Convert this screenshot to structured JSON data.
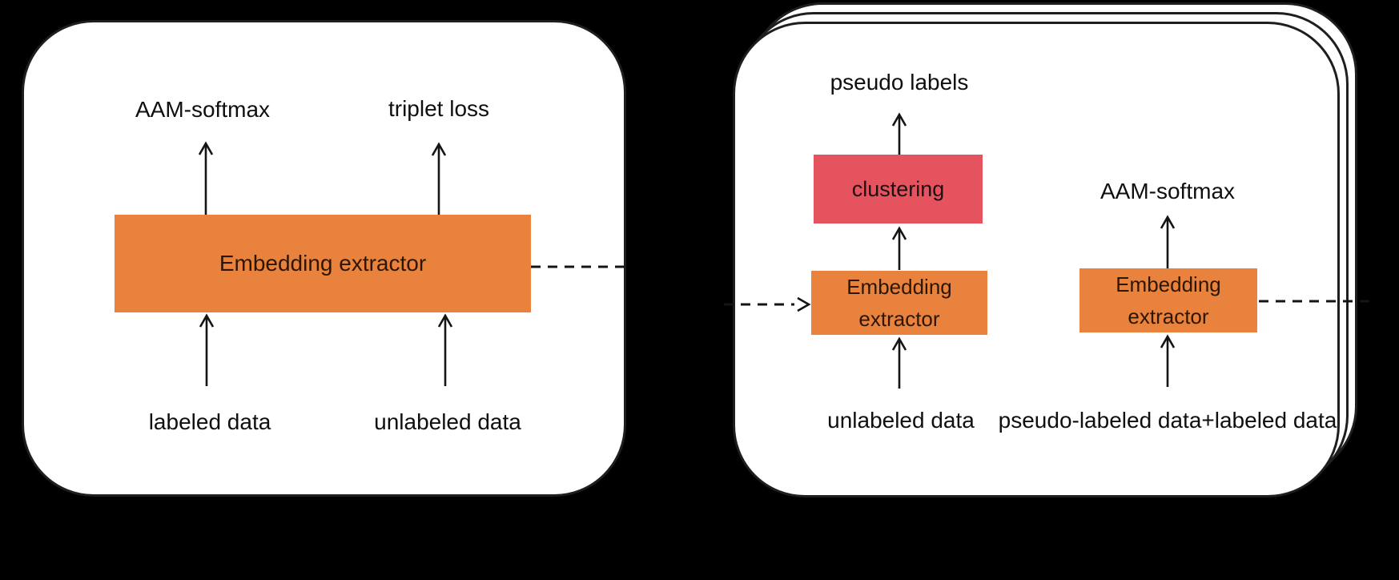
{
  "figure": {
    "description_left_stage": "supervised training panel",
    "description_right_stage": "iterative pseudo-labeling panel (stacked)"
  },
  "palette": {
    "background": "#000000",
    "panel_fill": "#ffffff",
    "panel_border": "#1e1e1e",
    "orange_box": "#e8823c",
    "red_box": "#e4535e",
    "arrow_color": "#141414"
  },
  "left_panel": {
    "top_labels": [
      {
        "label": "AAM-softmax"
      },
      {
        "label": "triplet loss"
      }
    ],
    "box_label": "Embedding extractor",
    "bottom_labels": [
      {
        "label": "labeled data"
      },
      {
        "label": "unlabeled data"
      }
    ]
  },
  "right_panel": {
    "pseudo_labels": "pseudo labels",
    "clustering": "clustering",
    "extractor_line1": "Embedding",
    "extractor_line2": "extractor",
    "aam_softmax": "AAM-softmax",
    "bottom_left_label": "unlabeled data",
    "bottom_right_label": "pseudo-labeled data+labeled data"
  }
}
